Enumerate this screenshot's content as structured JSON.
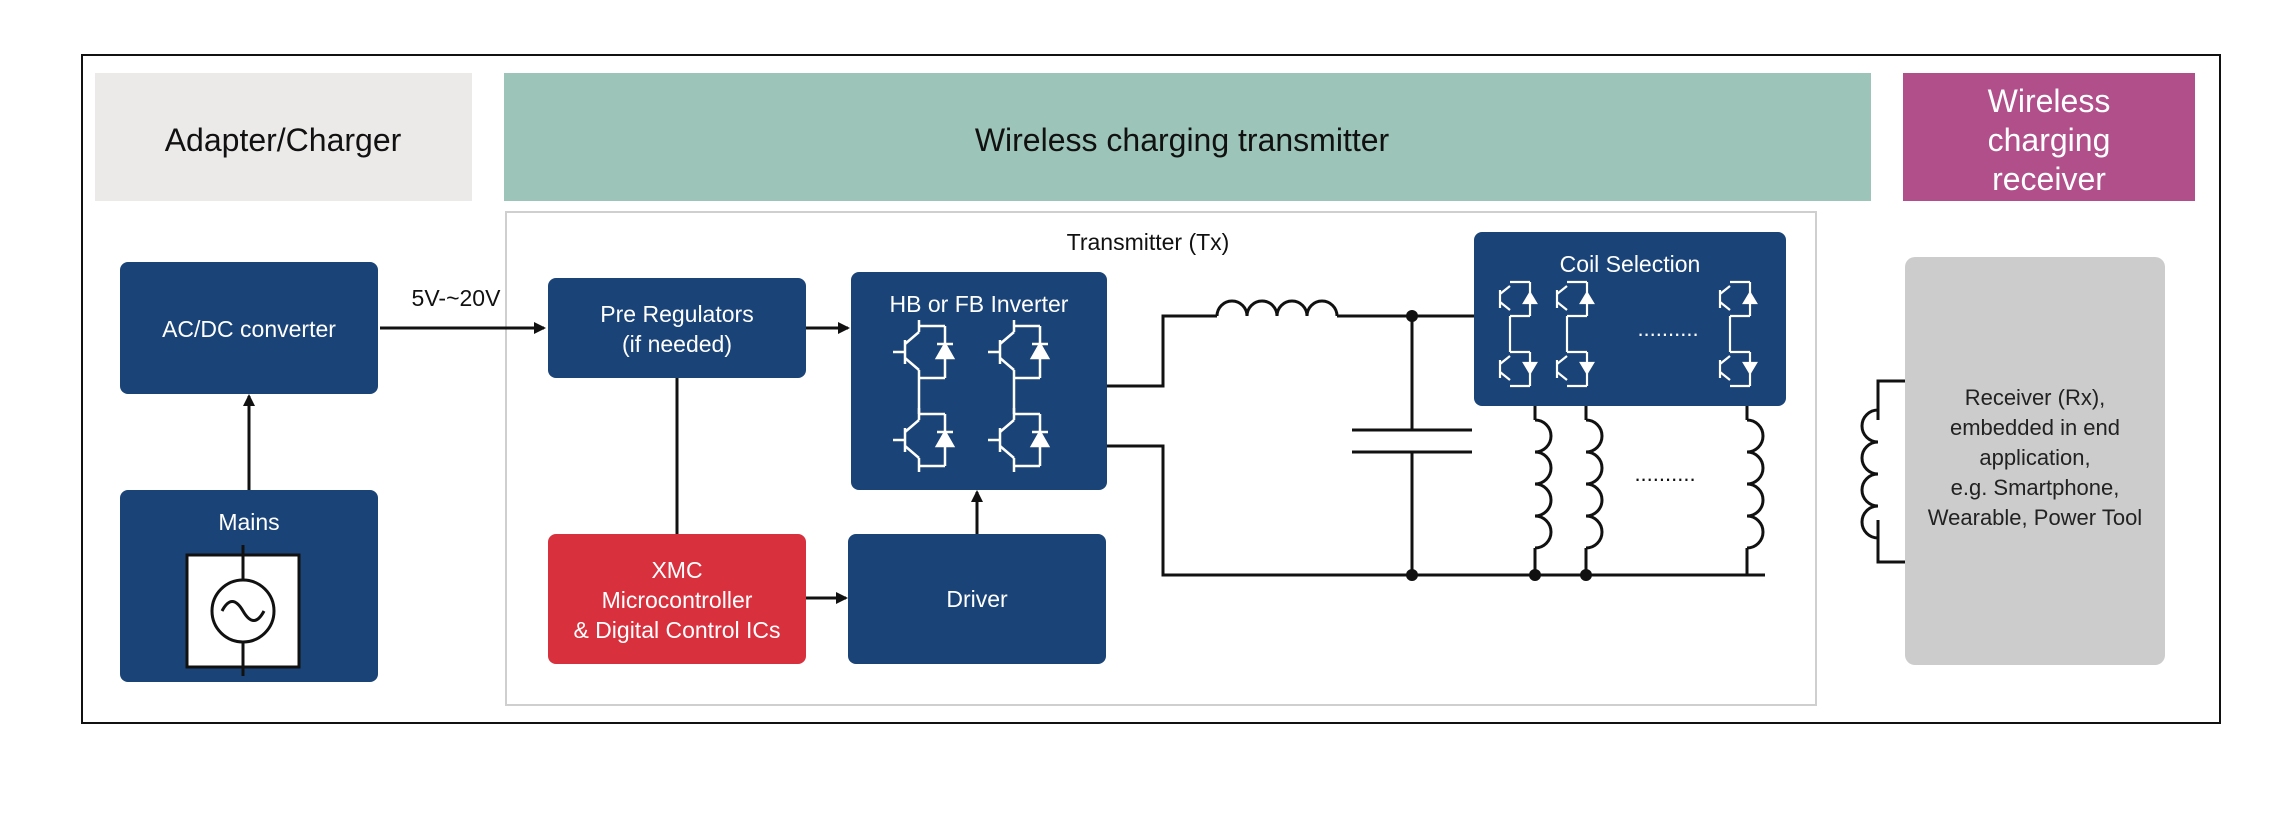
{
  "headers": {
    "adapter": "Adapter/Charger",
    "transmitter": "Wireless charging transmitter",
    "receiver": [
      "Wireless",
      "charging",
      "receiver"
    ]
  },
  "transmitter_label": "Transmitter (Tx)",
  "voltage_label": "5V-~20V",
  "blocks": {
    "acdc": "AC/DC converter",
    "mains": "Mains",
    "pre_reg": [
      "Pre Regulators",
      "(if needed)"
    ],
    "inverter": "HB or FB Inverter",
    "xmc": [
      "XMC",
      "Microcontroller",
      "& Digital Control ICs"
    ],
    "driver": "Driver",
    "coil_selection": "Coil Selection",
    "receiver": [
      "Receiver (Rx),",
      "embedded in end",
      "application,",
      "e.g. Smartphone,",
      "Wearable, Power Tool"
    ]
  },
  "ellipsis_coil_switches": "..........",
  "ellipsis_coils": "..........",
  "colors": {
    "navy": "#1a4377",
    "red": "#d9303d",
    "teal": "#9cc4b8",
    "magenta": "#b14f8b",
    "light_gray": "#ece9e9",
    "rx_gray": "#cccccc"
  }
}
